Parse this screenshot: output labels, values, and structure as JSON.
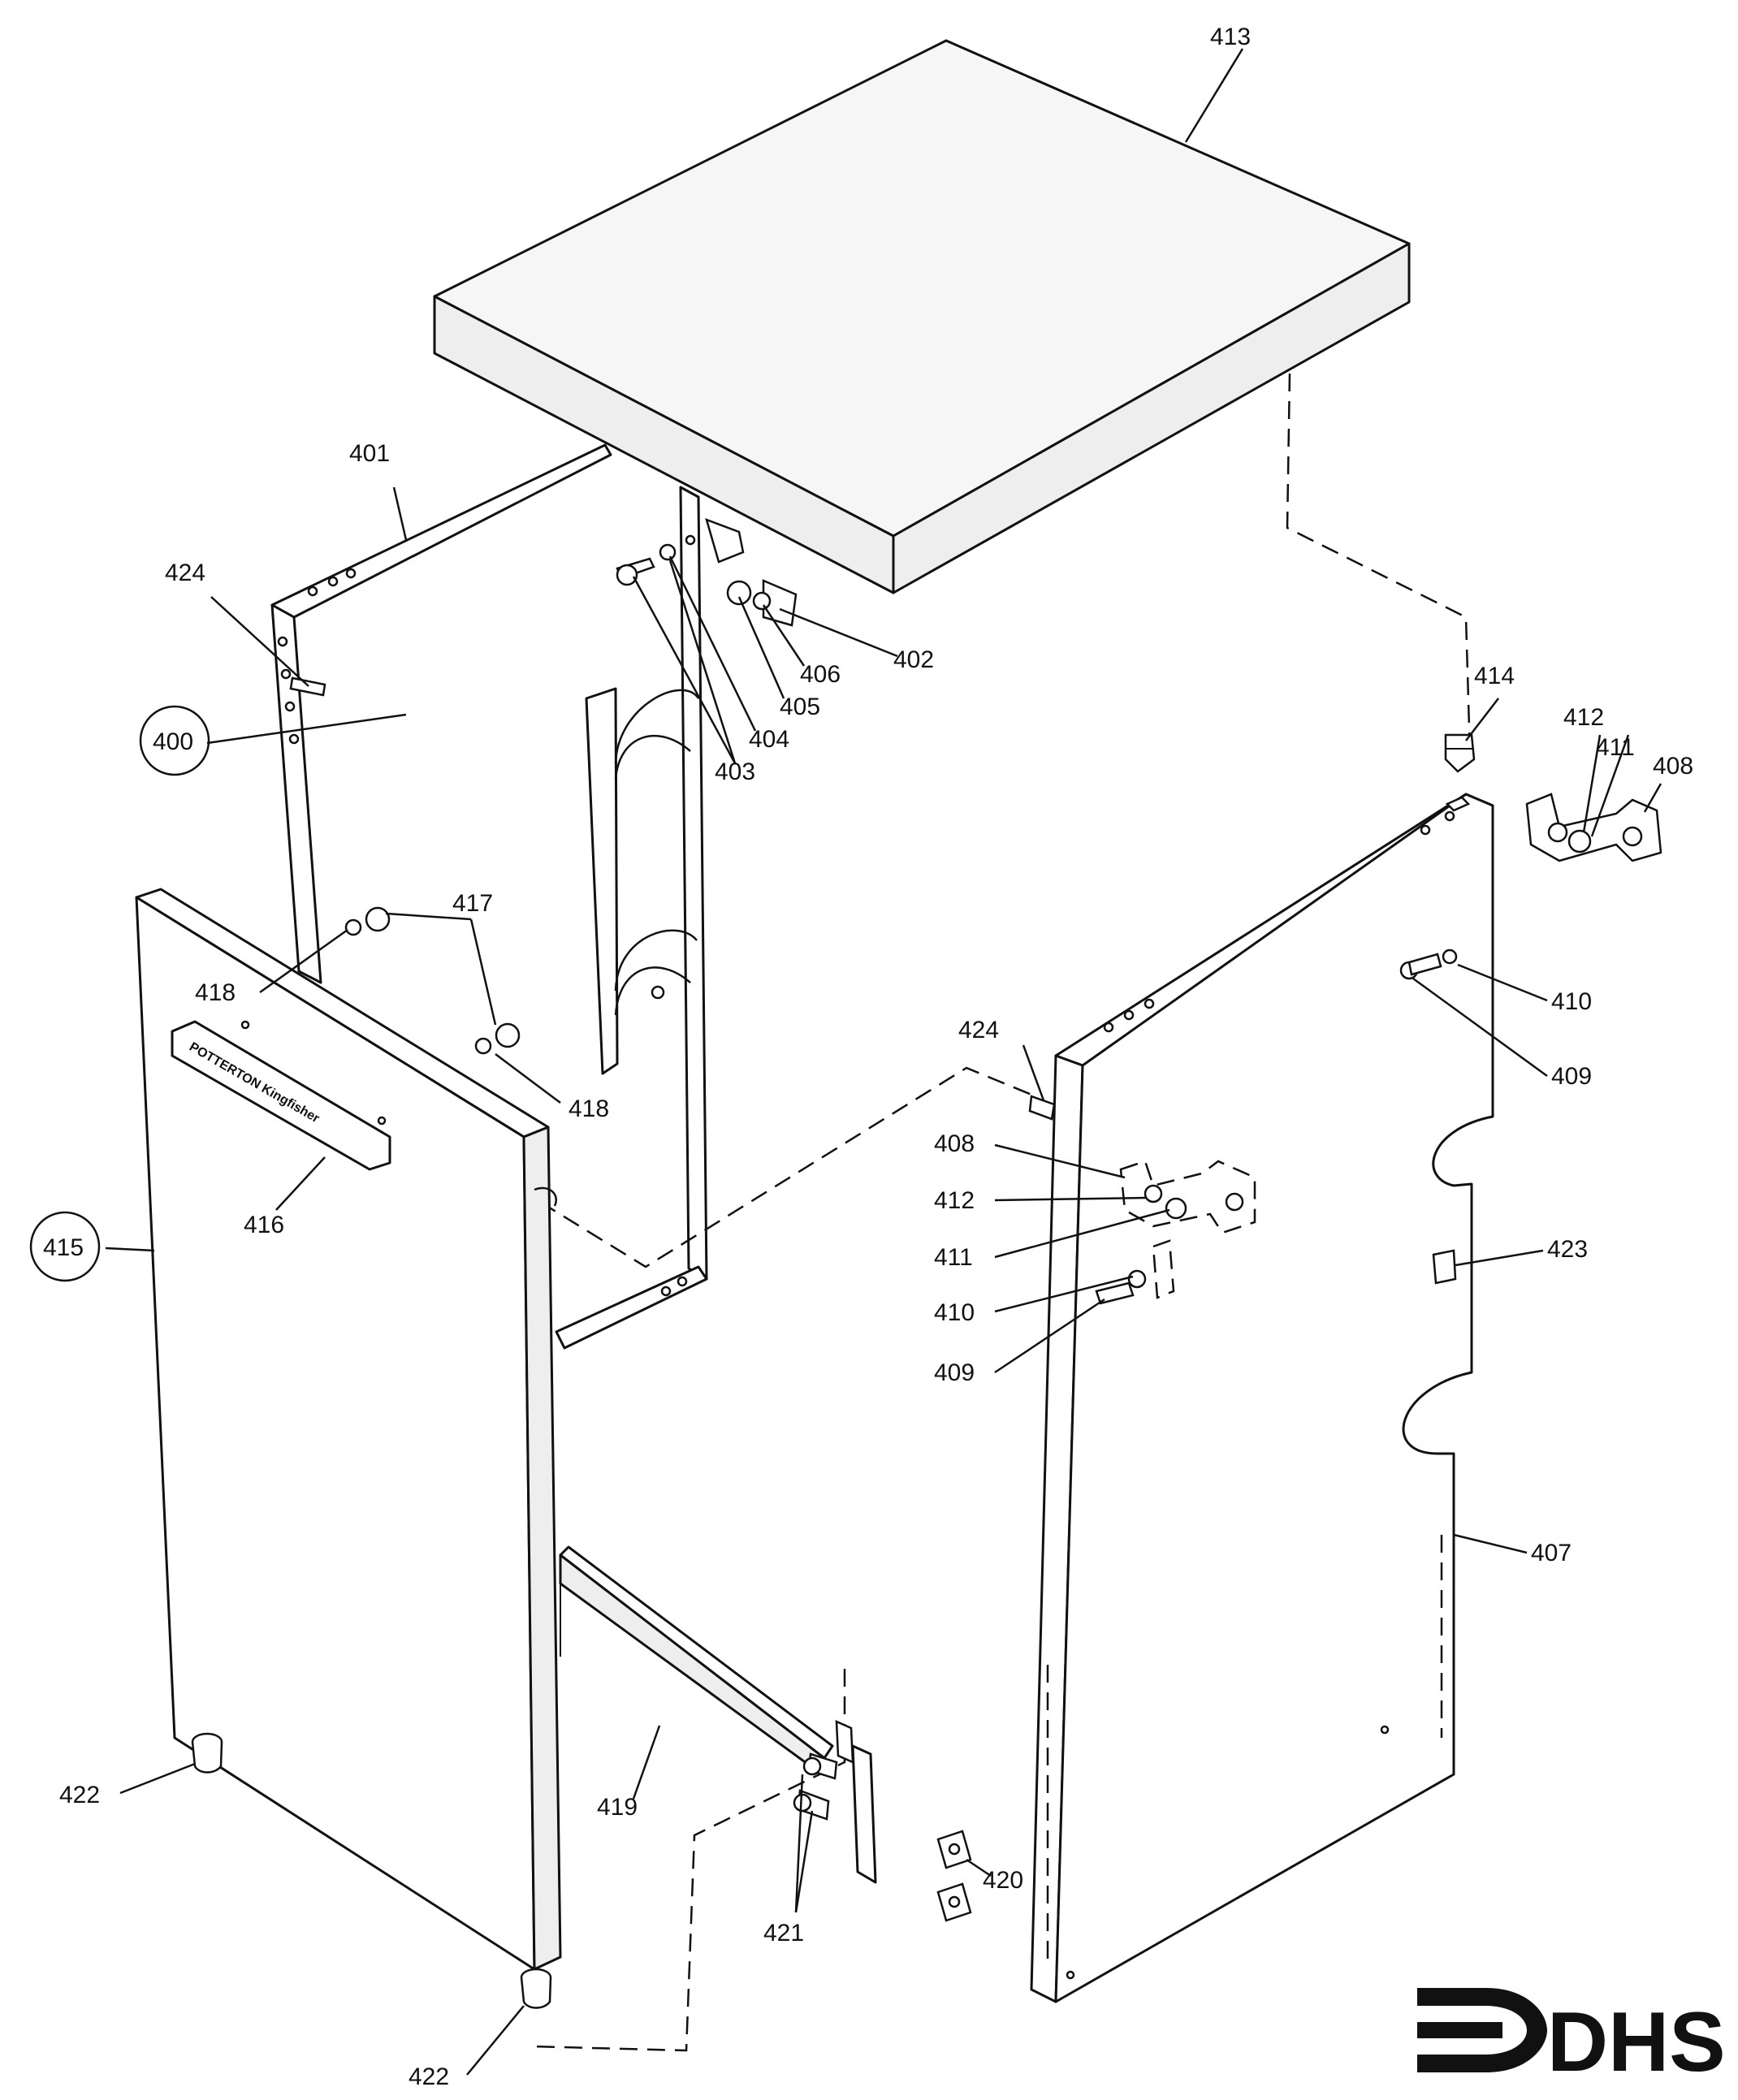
{
  "labels": {
    "l400": "400",
    "l401": "401",
    "l402": "402",
    "l403": "403",
    "l404": "404",
    "l405": "405",
    "l406": "406",
    "l407": "407",
    "l408a": "408",
    "l408b": "408",
    "l409a": "409",
    "l409b": "409",
    "l410a": "410",
    "l410b": "410",
    "l411a": "411",
    "l411b": "411",
    "l412a": "412",
    "l412b": "412",
    "l413": "413",
    "l414": "414",
    "l415": "415",
    "l416": "416",
    "l417": "417",
    "l418a": "418",
    "l418b": "418",
    "l419": "419",
    "l420": "420",
    "l421": "421",
    "l422a": "422",
    "l422b": "422",
    "l423": "423",
    "l424a": "424",
    "l424b": "424"
  },
  "handle_brand": "POTTERTON Kingfisher",
  "logo": {
    "text": "DHS"
  }
}
